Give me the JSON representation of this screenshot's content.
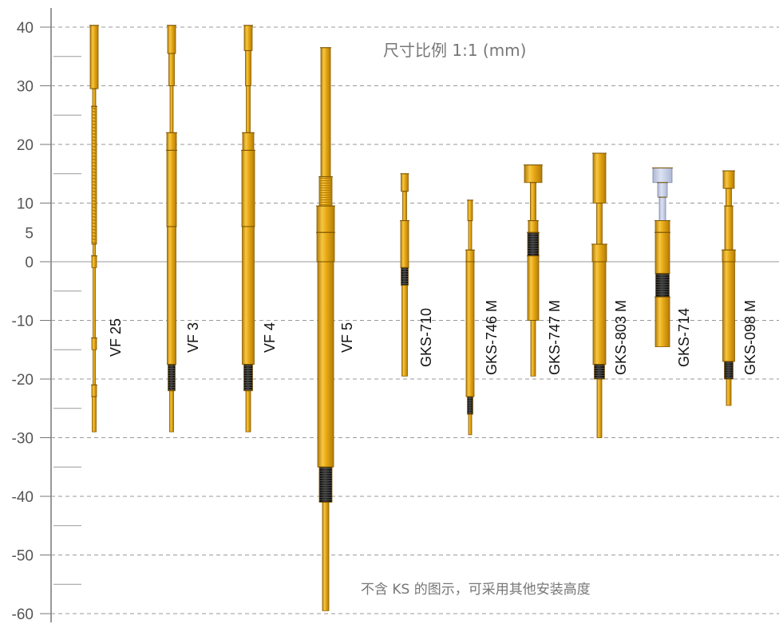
{
  "scale_title": "尺寸比例 1:1 (mm)",
  "footnote": "不含 KS 的图示，可采用其他安装高度",
  "axis": {
    "min": -60,
    "max": 40,
    "major_ticks": [
      40,
      30,
      20,
      10,
      0,
      -10,
      -20,
      -30,
      -40,
      -50,
      -60
    ],
    "minor_ticks": [
      35,
      25,
      15,
      -5,
      -15,
      -25,
      -35,
      -45,
      -55
    ],
    "extra_label": 5
  },
  "colors": {
    "body": "#E7A814",
    "body_light": "#F7C742",
    "body_dark": "#B27C08",
    "spring": "#1A1A1A",
    "cap_light": "#DCE2F2",
    "cap_dark": "#AEB8D6",
    "grid": "#9a9a9a",
    "axis": "#777777"
  },
  "probes": [
    {
      "name": "VF 25",
      "top": 40.3,
      "bottom": -29.0,
      "segments": [
        [
          40.3,
          29.5,
          10
        ],
        [
          29.5,
          26.5,
          4
        ],
        [
          26.5,
          3,
          6,
          "coil"
        ],
        [
          3,
          -22,
          3
        ],
        [
          1,
          -1,
          6
        ],
        [
          -13,
          -15,
          6
        ],
        [
          -21,
          -23,
          6
        ],
        [
          -23,
          -29,
          5
        ]
      ]
    },
    {
      "name": "VF 3",
      "top": 40.3,
      "bottom": -29.0,
      "segments": [
        [
          40.3,
          35.5,
          10
        ],
        [
          35.5,
          30,
          7
        ],
        [
          30,
          22,
          4
        ],
        [
          22,
          19,
          12
        ],
        [
          19,
          6,
          12
        ],
        [
          6,
          -17.5,
          11
        ],
        [
          -17.5,
          -22,
          9,
          "dark"
        ],
        [
          -22,
          -29,
          5
        ]
      ]
    },
    {
      "name": "VF 4",
      "top": 40.3,
      "bottom": -29.0,
      "segments": [
        [
          40.3,
          36,
          10
        ],
        [
          36,
          30,
          7
        ],
        [
          30,
          22,
          5
        ],
        [
          22,
          19,
          14
        ],
        [
          19,
          6,
          16
        ],
        [
          6,
          -17.5,
          15
        ],
        [
          -17.5,
          -22,
          11,
          "dark"
        ],
        [
          -22,
          -29,
          6
        ]
      ]
    },
    {
      "name": "VF 5",
      "top": 36.5,
      "bottom": -59.5,
      "segments": [
        [
          36.5,
          14.5,
          12
        ],
        [
          14.5,
          9.5,
          16,
          "bars"
        ],
        [
          9.5,
          5,
          22
        ],
        [
          5,
          0,
          22
        ],
        [
          0,
          -35,
          20
        ],
        [
          -35,
          -41,
          16,
          "dark"
        ],
        [
          -41,
          -59.5,
          8
        ]
      ]
    },
    {
      "name": "GKS-710",
      "top": 15.0,
      "bottom": -19.5,
      "segments": [
        [
          15,
          12,
          9
        ],
        [
          12,
          7,
          5
        ],
        [
          7,
          -1,
          10
        ],
        [
          -1,
          -4,
          9,
          "dark"
        ],
        [
          -4,
          -19.5,
          7
        ]
      ]
    },
    {
      "name": "GKS-746 M",
      "top": 10.5,
      "bottom": -29.5,
      "segments": [
        [
          10.5,
          7,
          6
        ],
        [
          7,
          2,
          4
        ],
        [
          2,
          0,
          10
        ],
        [
          0,
          -23,
          10
        ],
        [
          -23,
          -26,
          7,
          "dark"
        ],
        [
          -26,
          -29.5,
          4
        ]
      ]
    },
    {
      "name": "GKS-747 M",
      "top": 16.5,
      "bottom": -19.5,
      "segments": [
        [
          16.5,
          13.5,
          22
        ],
        [
          13.5,
          7,
          7
        ],
        [
          7,
          5,
          12
        ],
        [
          5,
          1,
          14,
          "dark"
        ],
        [
          1,
          -10,
          14
        ],
        [
          -10,
          -19.5,
          6
        ]
      ]
    },
    {
      "name": "GKS-803 M",
      "top": 18.5,
      "bottom": -30.0,
      "segments": [
        [
          18.5,
          10,
          16
        ],
        [
          10,
          3,
          7
        ],
        [
          3,
          0,
          18
        ],
        [
          0,
          -17.5,
          16
        ],
        [
          -17.5,
          -20,
          13,
          "dark"
        ],
        [
          -20,
          -30,
          6
        ]
      ]
    },
    {
      "name": "GKS-714",
      "top": 16.0,
      "bottom": -14.5,
      "segments": [
        [
          16,
          13.5,
          24,
          "cap"
        ],
        [
          13.5,
          11,
          12,
          "cap"
        ],
        [
          11,
          7,
          8,
          "cap"
        ],
        [
          7,
          5,
          18
        ],
        [
          5,
          -2,
          18
        ],
        [
          -2,
          -6,
          17,
          "dark"
        ],
        [
          -6,
          -14.5,
          18
        ]
      ]
    },
    {
      "name": "GKS-098 M",
      "top": 15.5,
      "bottom": -24.5,
      "segments": [
        [
          15.5,
          12.5,
          14
        ],
        [
          12.5,
          9.5,
          7
        ],
        [
          9.5,
          2,
          10
        ],
        [
          2,
          0,
          16
        ],
        [
          0,
          -17,
          15
        ],
        [
          -17,
          -20,
          11,
          "dark"
        ],
        [
          -20,
          -24.5,
          6
        ]
      ]
    }
  ]
}
